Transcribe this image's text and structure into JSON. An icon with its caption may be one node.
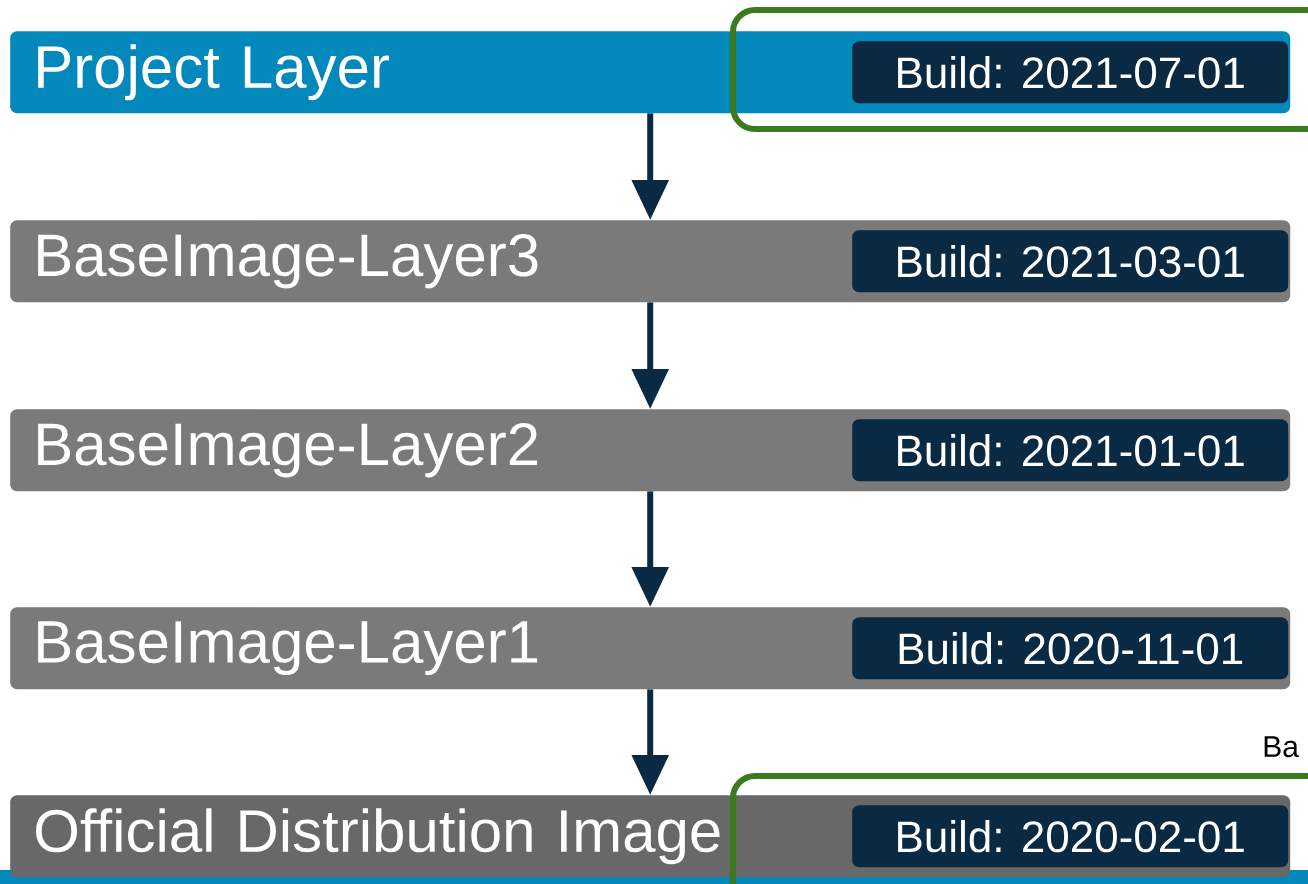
{
  "diagram": {
    "nodes": [
      {
        "text": [
          "Project Layer"
        ]
      },
      {
        "text": [
          "Build: 2021-07-01"
        ],
        "in": 0
      },
      {
        "text": [
          "BaseImage-Layer3"
        ]
      },
      {
        "text": [
          "Build: 2021-03-01"
        ],
        "in": 2
      },
      {
        "text": [
          "BaseImage-Layer2"
        ]
      },
      {
        "text": [
          "Build: 2021-01-01"
        ],
        "in": 4
      },
      {
        "text": [
          "BaseImage-Layer1"
        ]
      },
      {
        "text": [
          "Build: 2020-11-01"
        ],
        "in": 6
      },
      {
        "text": [
          "Official Distribution Image"
        ]
      },
      {
        "text": [
          "Build: 2020-02-01"
        ],
        "in": 8
      }
    ],
    "edges": [
      {
        "from": 0,
        "to": 2,
        "arrow": "to"
      },
      {
        "from": 2,
        "to": 4,
        "arrow": "to"
      },
      {
        "from": 4,
        "to": 6,
        "arrow": "to"
      },
      {
        "from": 6,
        "to": 8,
        "arrow": "to"
      }
    ],
    "labels": [
      "Ba"
    ]
  }
}
